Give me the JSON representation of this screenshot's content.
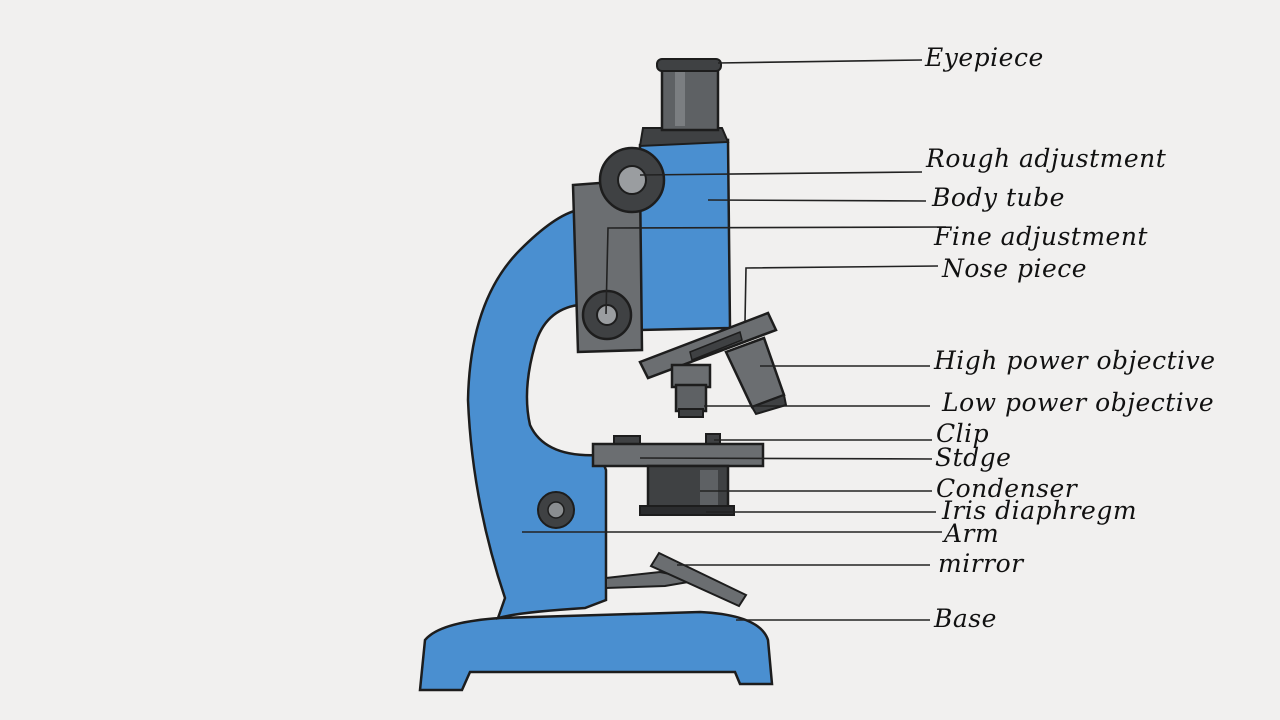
{
  "colors": {
    "background": "#f1f0ef",
    "blue_body": "#4a8fd0",
    "blue_dark": "#3a78b8",
    "metal": "#6b6e71",
    "metal_dark": "#3f4143",
    "outline": "#1d1d1d"
  },
  "labels": {
    "eyepiece": "Eyepiece",
    "rough_adjustment": "Rough adjustment",
    "body_tube": "Body tube",
    "fine_adjustment": "Fine adjustment",
    "nose_piece": "Nose piece",
    "high_power_objective": "High power objective",
    "low_power_objective": "Low power objective",
    "clip": "Clip",
    "stage": "Stdge",
    "condenser": "Condenser",
    "iris_diaphragm": "Iris diaphregm",
    "arm": "Arm",
    "mirror": "mirror",
    "base": "Base"
  }
}
